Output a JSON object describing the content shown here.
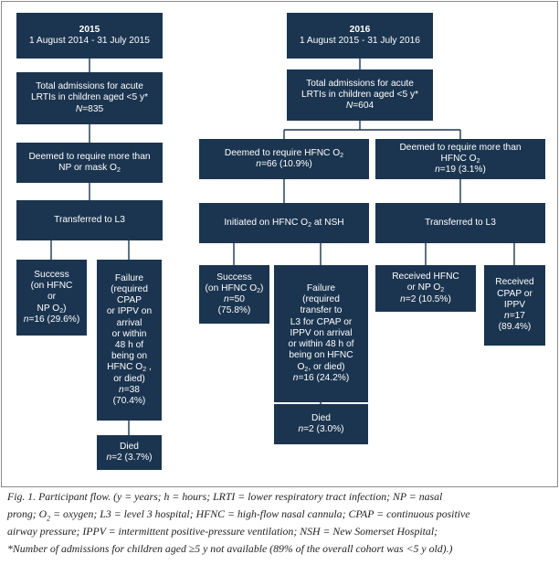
{
  "nodes": {
    "y2015_header": {
      "lines": [
        "2015",
        "1 August 2014 - 31 July 2015"
      ]
    },
    "y2015_total": {
      "lines": [
        "Total admissions for acute",
        "LRTIs in children aged <5 y*",
        "N=835"
      ]
    },
    "y2015_deemed": {
      "lines": [
        "Deemed to require more than",
        "NP or mask O2"
      ]
    },
    "y2015_transferred": {
      "lines": [
        "Transferred to L3"
      ]
    },
    "y2015_success": {
      "lines": [
        "Success",
        "(on HFNC",
        "or",
        "NP O2)",
        "n=16 (29.6%)"
      ]
    },
    "y2015_failure": {
      "lines": [
        "Failure",
        "(required",
        "CPAP",
        "or IPPV on",
        "arrival",
        "or within",
        "48 h of",
        "being on",
        "HFNC O2 ,",
        "or died)",
        "n=38",
        "(70.4%)"
      ]
    },
    "y2015_died": {
      "lines": [
        "Died",
        "n=2 (3.7%)"
      ]
    },
    "y2016_header": {
      "lines": [
        "2016",
        "1 August 2015 - 31 July 2016"
      ]
    },
    "y2016_total": {
      "lines": [
        "Total admissions for acute",
        "LRTIs in children aged <5 y*",
        "N=604"
      ]
    },
    "y2016_deemed_hfnc": {
      "lines": [
        "Deemed to require HFNC O2",
        "n=66 (10.9%)"
      ]
    },
    "y2016_deemed_more": {
      "lines": [
        "Deemed to require more than",
        "HFNC O2",
        "n=19 (3.1%)"
      ]
    },
    "y2016_initiated": {
      "lines": [
        "Initiated on HFNC O2 at NSH"
      ]
    },
    "y2016_transferred": {
      "lines": [
        "Transferred to L3"
      ]
    },
    "y2016_success": {
      "lines": [
        "Success",
        "(on HFNC O2)",
        "n=50",
        "(75.8%)"
      ]
    },
    "y2016_failure": {
      "lines": [
        "Failure",
        "(required",
        "transfer to",
        "L3 for CPAP or",
        "IPPV on arrival",
        "or within 48 h of",
        "being on HFNC",
        "O2, or died)",
        "n=16 (24.2%)"
      ]
    },
    "y2016_died": {
      "lines": [
        "Died",
        "n=2 (3.0%)"
      ]
    },
    "y2016_received_hfnc": {
      "lines": [
        "Received HFNC",
        "or NP O2",
        "n=2 (10.5%)"
      ]
    },
    "y2016_received_cpap": {
      "lines": [
        "Received",
        "CPAP or",
        "IPPV",
        "n=17",
        "(89.4%)"
      ]
    }
  },
  "caption": {
    "lines": [
      "Fig. 1. Participant flow. (y = years; h = hours; LRTI = lower respiratory tract infection; NP = nasal",
      "prong; O2 = oxygen; L3 = level 3 hospital; HFNC = high-flow nasal cannula; CPAP = continuous positive",
      "airway pressure; IPPV = intermittent positive-pressure ventilation; NSH = New Somerset Hospital;",
      "*Number of admissions for children aged ≥5 y not available (89% of the overall cohort was <5 y old).)"
    ]
  },
  "colors": {
    "box_fill": "#1b3550",
    "box_text": "#ffffff",
    "connector": "#1b3550"
  }
}
